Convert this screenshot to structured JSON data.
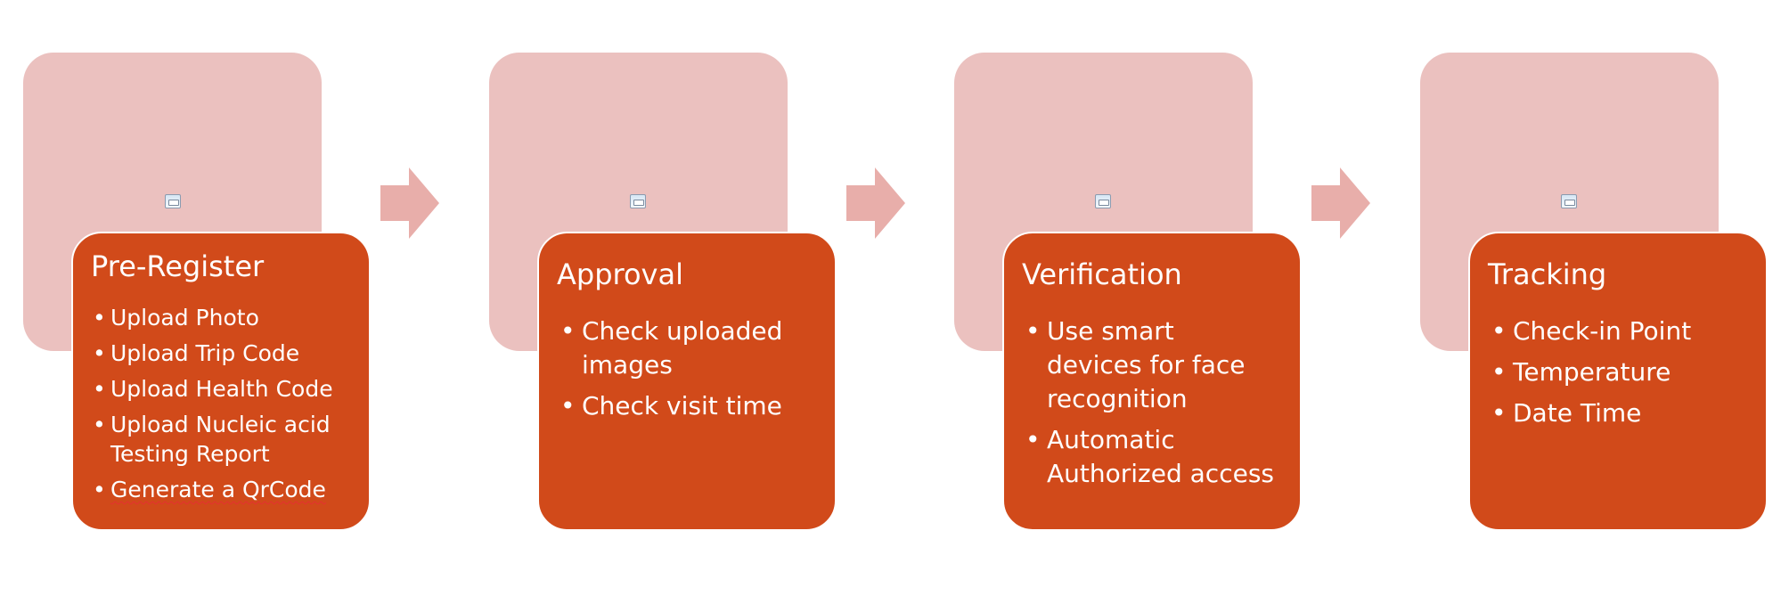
{
  "steps": [
    {
      "title": "Pre-Register",
      "items": [
        "Upload Photo",
        "Upload Trip Code",
        "Upload Health Code",
        "Upload Nucleic acid\nTesting Report",
        "Generate a QrCode"
      ]
    },
    {
      "title": "Approval",
      "items": [
        "Check uploaded\nimages",
        "Check visit time"
      ]
    },
    {
      "title": "Verification",
      "items": [
        "Use smart\ndevices for face\nrecognition",
        "Automatic\nAuthorized access"
      ]
    },
    {
      "title": "Tracking",
      "items": [
        "Check-in Point",
        "Temperature",
        "Date Time"
      ]
    }
  ],
  "icons": {
    "step_image": "broken-image-placeholder-icon",
    "connector": "right-arrow-icon"
  },
  "colors": {
    "card": "#d14a1a",
    "pink_box": "#ebc1bf",
    "arrow": "#e8aeaa",
    "text": "#ffffff"
  }
}
